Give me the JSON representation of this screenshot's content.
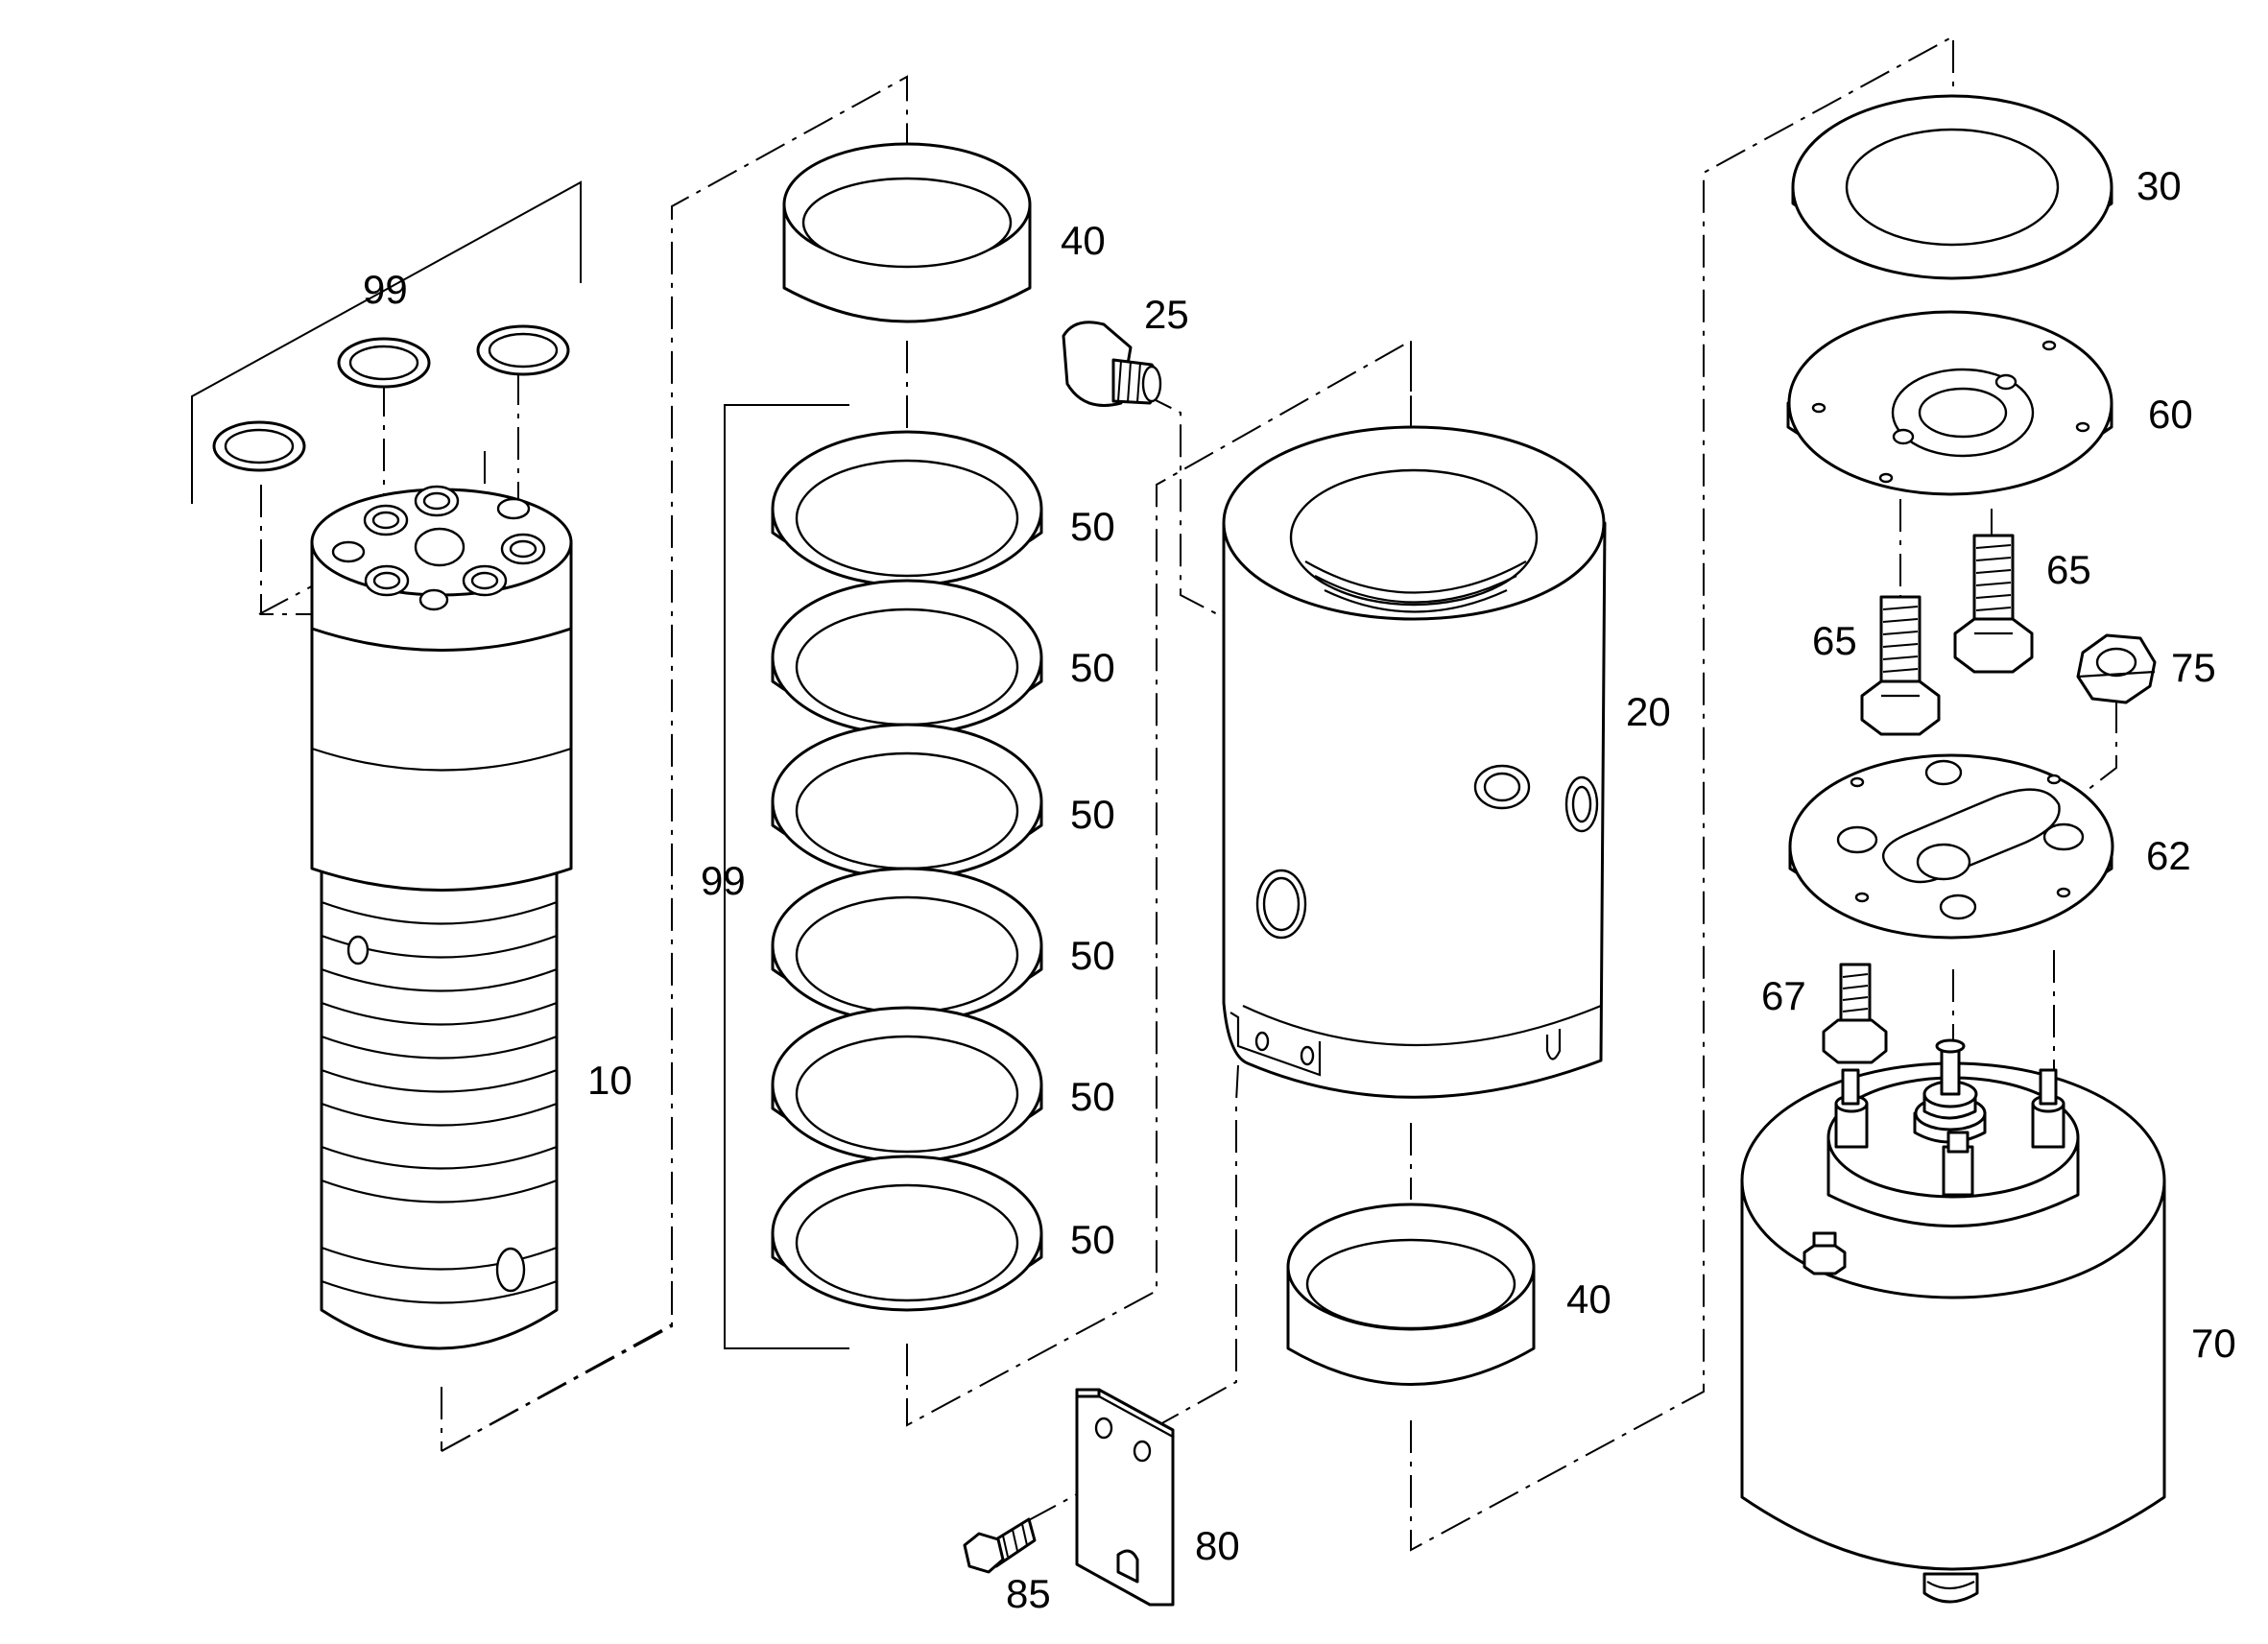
{
  "labels": {
    "kit_left": "99",
    "kit_middle": "99",
    "rotor": "10",
    "housing": "20",
    "plug": "25",
    "upper_disc": "30",
    "bush_top": "40",
    "bush_bottom": "40",
    "seal_1": "50",
    "seal_2": "50",
    "seal_3": "50",
    "seal_4": "50",
    "seal_5": "50",
    "seal_6": "50",
    "flange": "60",
    "plate": "62",
    "bolt_left": "65",
    "bolt_right": "65",
    "screw": "67",
    "motor": "70",
    "nut": "75",
    "bracket_plate": "80",
    "bracket_screw": "85"
  },
  "colors": {
    "line": "#000000",
    "background": "#ffffff"
  }
}
